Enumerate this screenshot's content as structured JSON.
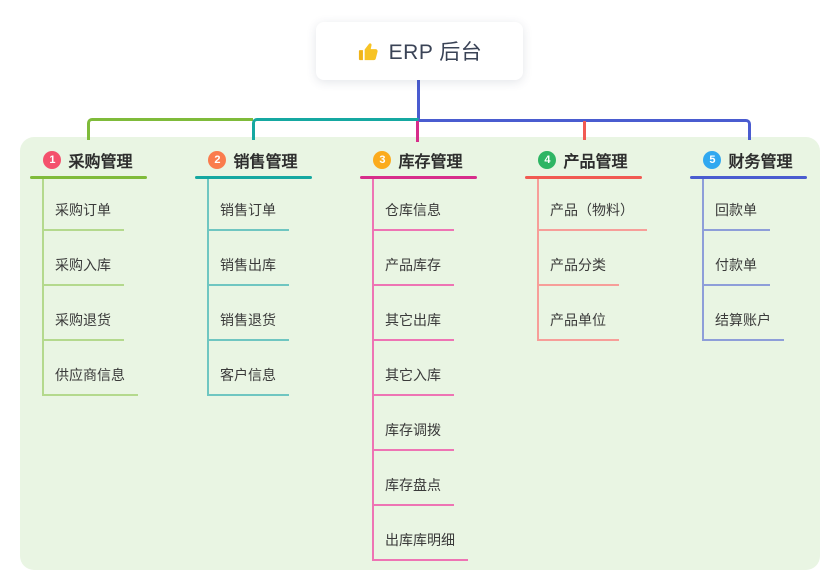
{
  "root": {
    "label": "ERP 后台",
    "icon": "thumbs-up-icon",
    "icon_color": "#f7c325",
    "stem_color": "#4a5cd0"
  },
  "branches": [
    {
      "num": "1",
      "label": "采购管理",
      "badge_color": "#f4516c",
      "line_color": "#7fbb3a",
      "item_line_color": "#b4d98d",
      "items": [
        "采购订单",
        "采购入库",
        "采购退货",
        "供应商信息"
      ]
    },
    {
      "num": "2",
      "label": "销售管理",
      "badge_color": "#fa7c4d",
      "line_color": "#15a8a1",
      "item_line_color": "#6fc6c1",
      "items": [
        "销售订单",
        "销售出库",
        "销售退货",
        "客户信息"
      ]
    },
    {
      "num": "3",
      "label": "库存管理",
      "badge_color": "#fbab1d",
      "line_color": "#d72d8b",
      "item_line_color": "#ee74b4",
      "items": [
        "仓库信息",
        "产品库存",
        "其它出库",
        "其它入库",
        "库存调拨",
        "库存盘点",
        "出库库明细"
      ]
    },
    {
      "num": "4",
      "label": "产品管理",
      "badge_color": "#2eb564",
      "line_color": "#f15a52",
      "item_line_color": "#f79e99",
      "items": [
        "产品（物料）",
        "产品分类",
        "产品单位"
      ]
    },
    {
      "num": "5",
      "label": "财务管理",
      "badge_color": "#30a8f0",
      "line_color": "#4a5cd0",
      "item_line_color": "#8e9ed9",
      "items": [
        "回款单",
        "付款单",
        "结算账户"
      ]
    }
  ]
}
